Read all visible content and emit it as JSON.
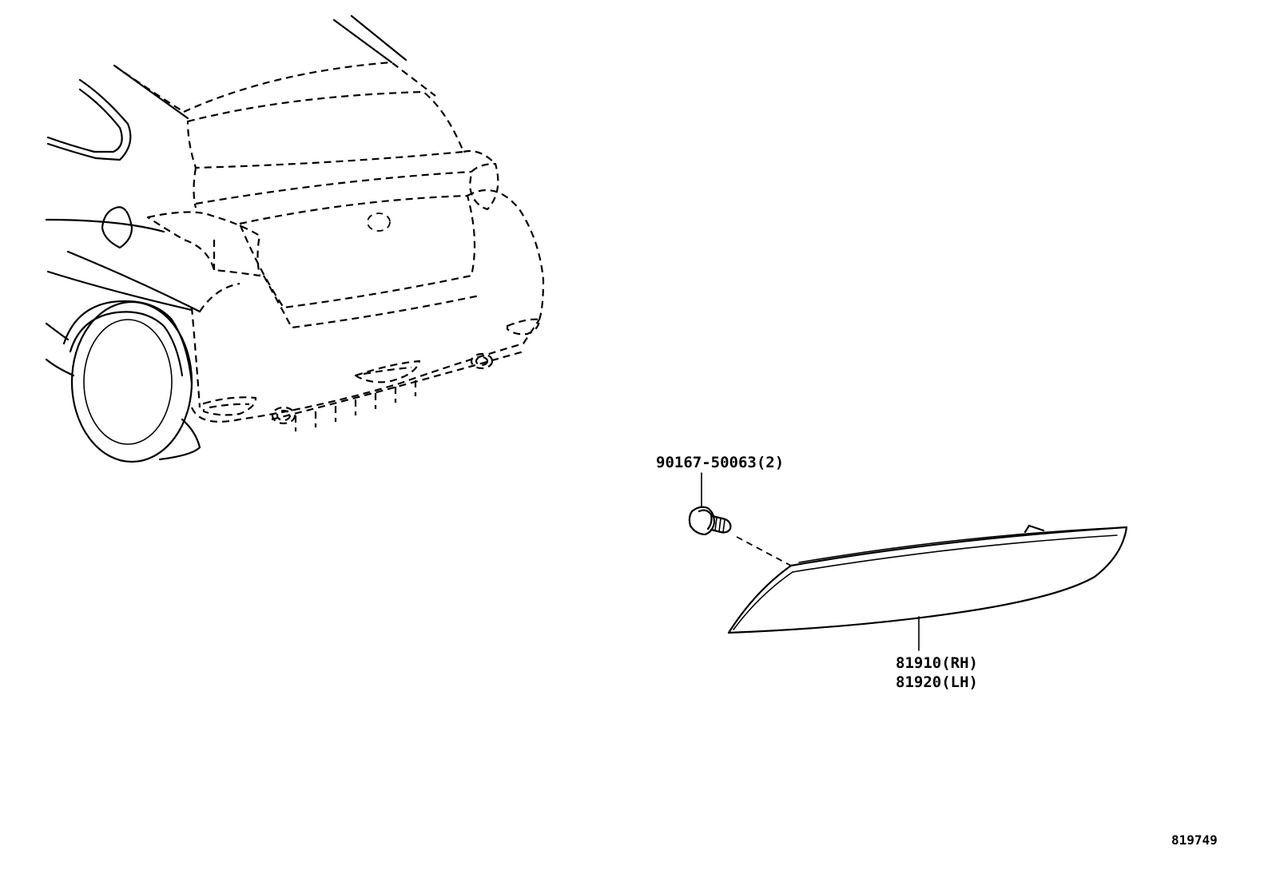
{
  "callouts": {
    "bolt": {
      "part_number": "90167-50063(2)"
    },
    "reflector": {
      "part_numbers": [
        "81910(RH)",
        "81920(LH)"
      ]
    }
  },
  "figure_number": "819749",
  "colors": {
    "ink": "#000000",
    "background": "#ffffff"
  }
}
